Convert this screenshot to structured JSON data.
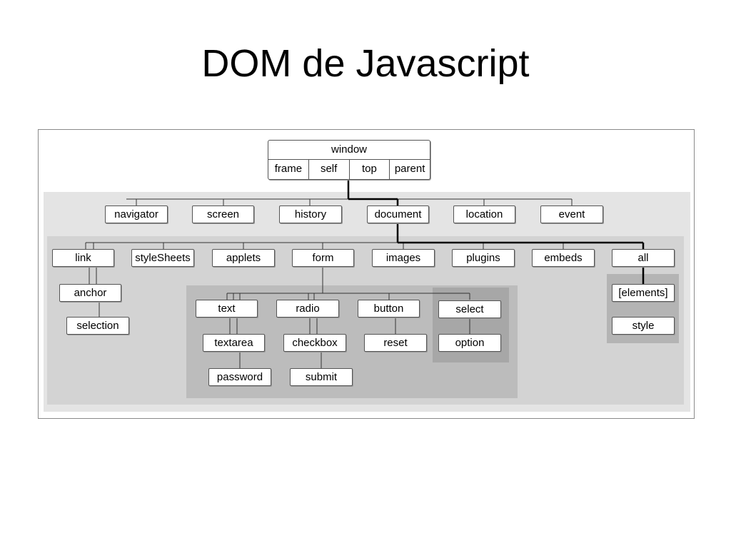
{
  "title": "DOM de Javascript",
  "window": {
    "label": "window",
    "props": [
      "frame",
      "self",
      "top",
      "parent"
    ]
  },
  "level1": [
    "navigator",
    "screen",
    "history",
    "document",
    "location",
    "event"
  ],
  "level2": [
    "link",
    "styleSheets",
    "applets",
    "form",
    "images",
    "plugins",
    "embeds",
    "all"
  ],
  "link_children": [
    "anchor",
    "selection"
  ],
  "form_children": {
    "text": [
      "text",
      "textarea",
      "password"
    ],
    "radio": [
      "radio",
      "checkbox",
      "submit"
    ],
    "button": [
      "button",
      "reset"
    ],
    "select": [
      "select",
      "option"
    ]
  },
  "all_children": [
    "[elements]",
    "style"
  ]
}
